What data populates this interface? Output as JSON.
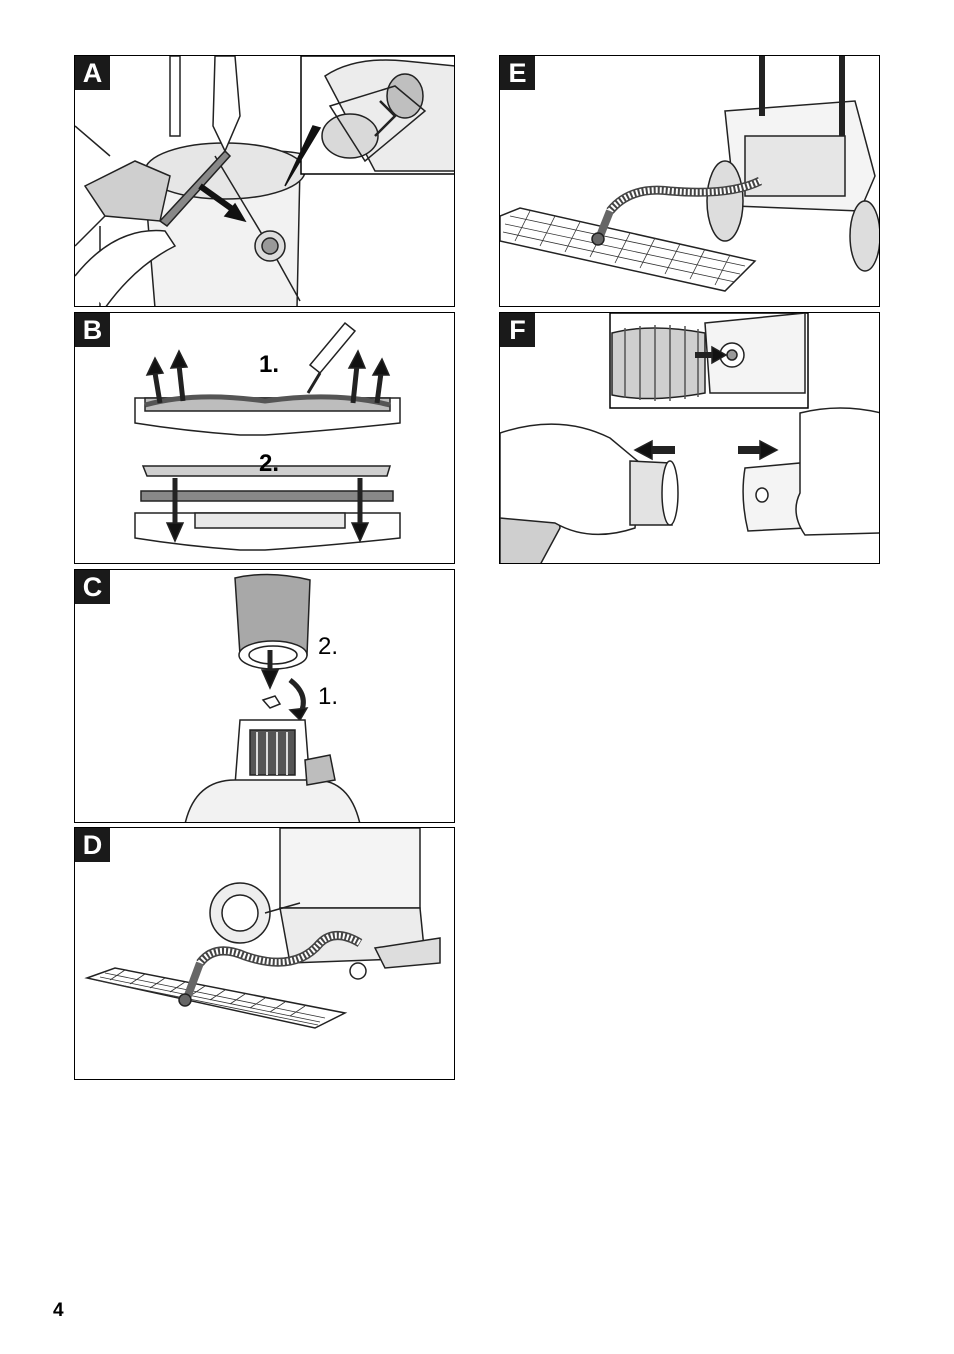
{
  "panels": {
    "a": {
      "label": "A"
    },
    "b": {
      "label": "B",
      "step1": "1.",
      "step2": "2."
    },
    "c": {
      "label": "C",
      "step1": "1.",
      "step2": "2."
    },
    "d": {
      "label": "D"
    },
    "e": {
      "label": "E"
    },
    "f": {
      "label": "F"
    }
  },
  "page_number": "4",
  "colors": {
    "frame": "#000000",
    "badge": "#1a1a1a",
    "filter": "#a8a8a8",
    "line_art": "#222222"
  }
}
